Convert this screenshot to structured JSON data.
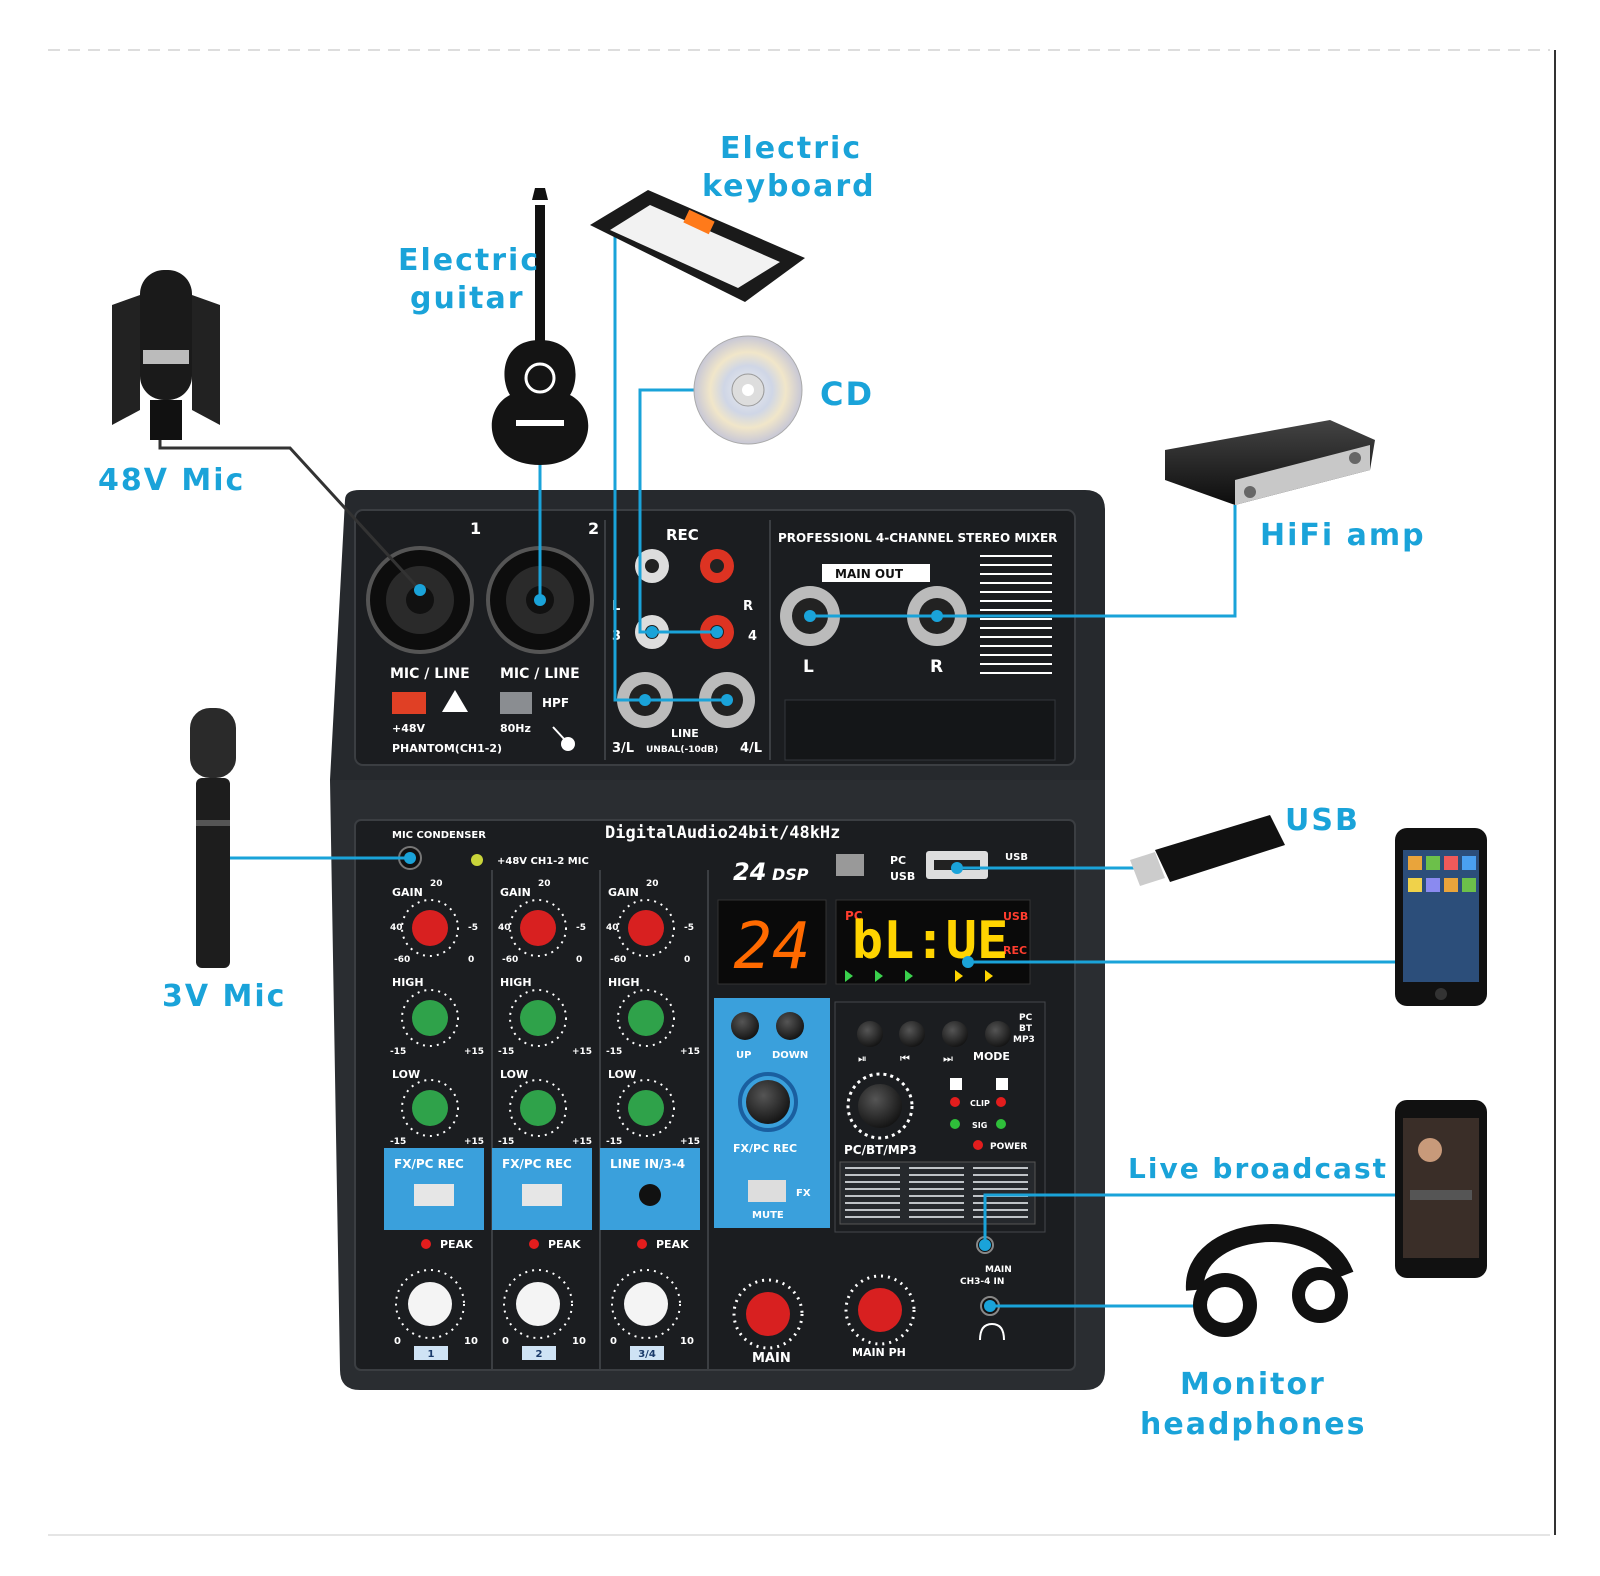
{
  "colors": {
    "accent": "#1aa3d9",
    "panel": "#1f2226",
    "strip_blue": "#3aa0dc",
    "knob_red": "#d82020",
    "knob_green": "#2fa24a",
    "led_orange": "#ff6a00",
    "led_yellow": "#ffd400"
  },
  "callouts": {
    "mic48": "48V Mic",
    "guitar_1": "Electric",
    "guitar_2": "guitar",
    "keyboard_1": "Electric",
    "keyboard_2": "keyboard",
    "cd": "CD",
    "hifi": "HiFi amp",
    "usb": "USB",
    "mic3": "3V Mic",
    "live": "Live broadcast",
    "monitor_1": "Monitor",
    "monitor_2": "headphones"
  },
  "devices": [
    "condenser-mic-icon",
    "electric-guitar-icon",
    "electric-keyboard-icon",
    "cd-disc-icon",
    "hifi-amp-icon",
    "usb-stick-icon",
    "smartphone-icon",
    "dynamic-mic-icon",
    "headphones-icon"
  ],
  "mixer": {
    "ch_numbers": [
      "1",
      "2"
    ],
    "mic_line": [
      "MIC / LINE",
      "MIC / LINE"
    ],
    "phantom_48v": "+48V",
    "phantom_label": "PHANTOM(CH1-2)",
    "hpf": "HPF",
    "hpf_freq": "80Hz",
    "rec": "REC",
    "rca_l": "L",
    "rca_r": "R",
    "rca_3": "3",
    "rca_4": "4",
    "line_3l": "3/L",
    "line_4l": "4/L",
    "line_label": "LINE",
    "line_unbal": "UNBAL(-10dB)",
    "title": "PROFESSIONL 4-CHANNEL STEREO MIXER",
    "main_out": "MAIN OUT",
    "main_l": "L",
    "main_r": "R",
    "mic_condenser": "MIC CONDENSER",
    "ch12_mic": "+48V CH1-2 MIC",
    "digital_audio": "DigitalAudio24bit/48kHz",
    "dsp_num": "24",
    "dsp_label": "DSP",
    "pc_label": "PC",
    "usb_label_small": "USB",
    "usb_port_label": "USB",
    "gain": "GAIN",
    "gain_scale": [
      "20",
      "40",
      "-5",
      "-60",
      "0"
    ],
    "high": "HIGH",
    "low": "LOW",
    "eq_scale": [
      "-15",
      "+15"
    ],
    "strip_labels": [
      "FX/PC REC",
      "FX/PC REC",
      "LINE IN/3-4"
    ],
    "peak": "PEAK",
    "level_scale": [
      "0",
      "10"
    ],
    "ch_tags": [
      "1",
      "2",
      "3/4"
    ],
    "display_digits": "24",
    "display_text": "bL:UE",
    "disp_pc": "PC",
    "disp_usb": "USB",
    "disp_rec": "REC",
    "fx_up": "UP",
    "fx_down": "DOWN",
    "fx_pc_rec": "FX/PC REC",
    "fx_mute": "MUTE",
    "fx": "FX",
    "pc_bt_mp3": "PC/BT/MP3",
    "player_pc": "PC",
    "player_bt": "BT",
    "player_mp3": "MP3",
    "mode": "MODE",
    "clip": "CLIP",
    "sig": "SIG",
    "power": "POWER",
    "main": "MAIN",
    "main_ph": "MAIN PH",
    "ch34_in": "CH3-4 IN"
  }
}
